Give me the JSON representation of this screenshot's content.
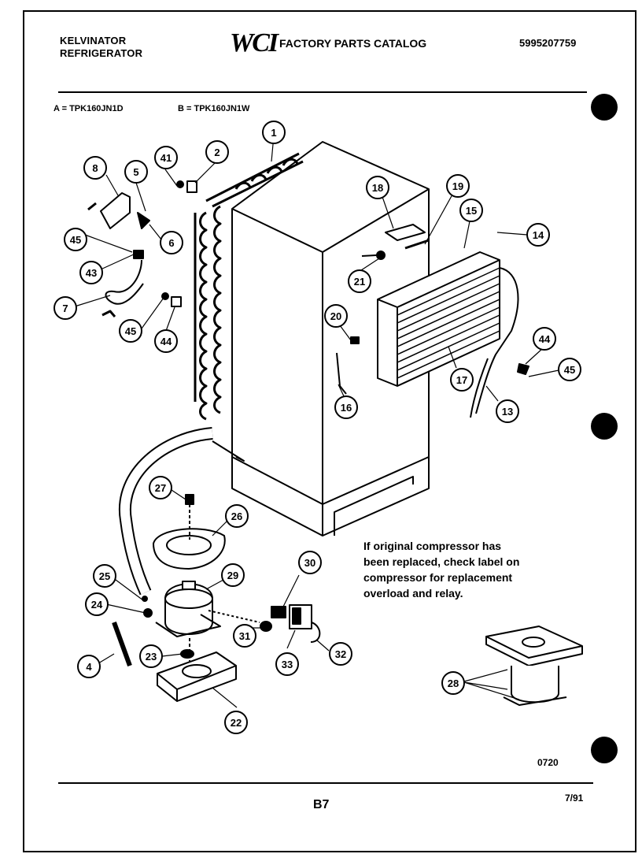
{
  "header": {
    "brand_line1": "KELVINATOR",
    "brand_line2": "REFRIGERATOR",
    "logo": "WCI",
    "catalog_title": "FACTORY PARTS CATALOG",
    "catalog_number": "5995207759"
  },
  "models": {
    "a": "A = TPK160JN1D",
    "b": "B = TPK160JN1W"
  },
  "callouts": [
    "1",
    "2",
    "4",
    "5",
    "6",
    "7",
    "8",
    "13",
    "14",
    "15",
    "16",
    "17",
    "18",
    "19",
    "20",
    "21",
    "22",
    "23",
    "24",
    "25",
    "26",
    "27",
    "28",
    "29",
    "30",
    "31",
    "32",
    "33",
    "41",
    "43",
    "44",
    "44",
    "45",
    "45",
    "45"
  ],
  "note": {
    "line1": "If original compressor has",
    "line2": "been replaced, check label on",
    "line3": "compressor for replacement",
    "line4": "overload and relay."
  },
  "footer": {
    "code": "0720",
    "page": "B7",
    "date": "7/91"
  }
}
